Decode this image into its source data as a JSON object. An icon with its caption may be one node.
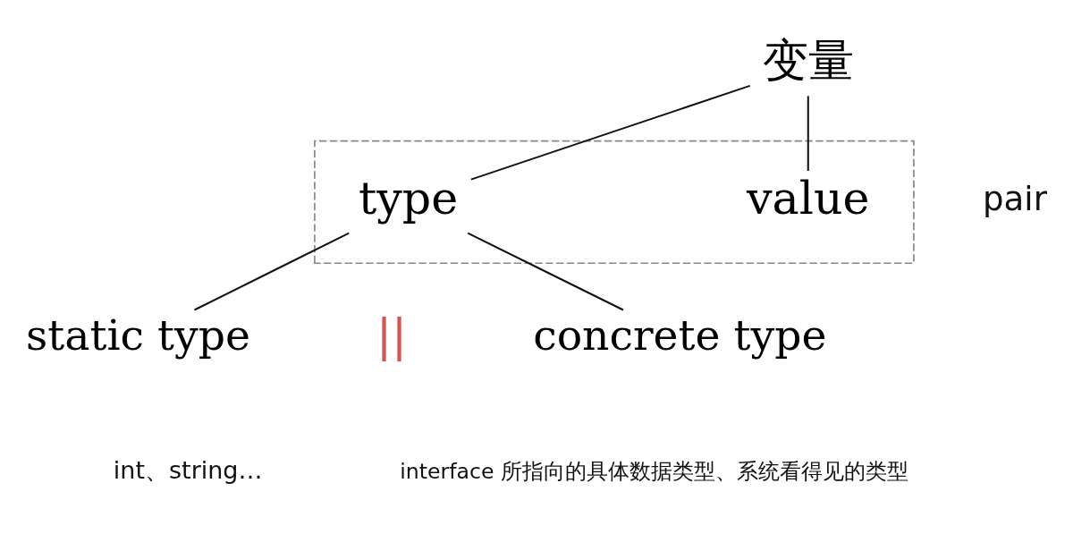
{
  "diagram": {
    "nodes": [
      {
        "text": [
          "变量"
        ]
      },
      {
        "text": [],
        "shape": "box"
      },
      {
        "text": [
          "type"
        ],
        "in": 1
      },
      {
        "text": [
          "value"
        ],
        "in": 1
      },
      {
        "text": [
          "static type"
        ]
      },
      {
        "text": [
          "concrete type"
        ]
      }
    ],
    "edges": [
      {
        "from": 0,
        "to": 2,
        "arrow": "none"
      },
      {
        "from": 0,
        "to": 3,
        "arrow": "none"
      },
      {
        "from": 2,
        "to": 4,
        "arrow": "none"
      },
      {
        "from": 2,
        "to": 5,
        "arrow": "none"
      }
    ],
    "labels": [
      "pair",
      "||",
      "int、string…",
      "interface 所指向的具体数据类型、系统看得见的类型"
    ]
  }
}
